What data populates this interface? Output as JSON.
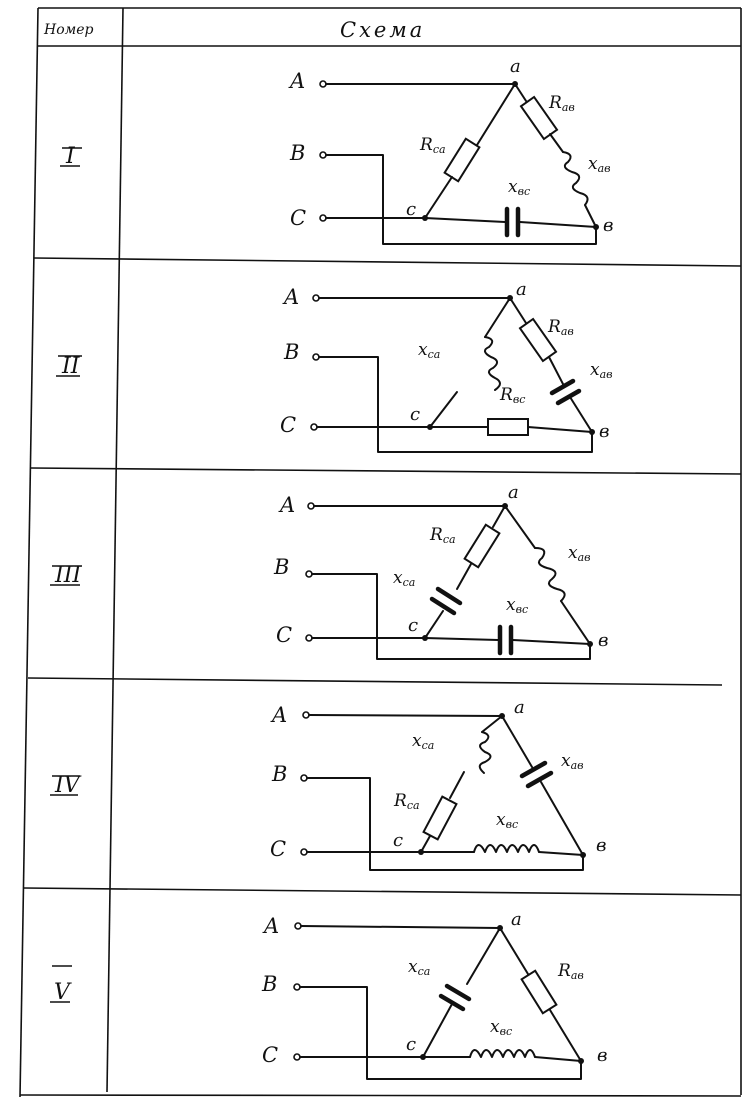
{
  "table": {
    "header_number": "Номер",
    "header_scheme": "Схема"
  },
  "rows": [
    {
      "numeral": "I",
      "terminals": [
        "A",
        "B",
        "C"
      ],
      "nodes": [
        "a",
        "c",
        "в"
      ],
      "labels": {
        "ab_r": {
          "main": "R",
          "sub": "aв"
        },
        "ab_x": {
          "main": "x",
          "sub": "aв"
        },
        "ca_r": {
          "main": "R",
          "sub": "ca"
        },
        "bc_x": {
          "main": "x",
          "sub": "вc"
        }
      }
    },
    {
      "numeral": "II",
      "terminals": [
        "A",
        "B",
        "C"
      ],
      "nodes": [
        "a",
        "c",
        "в"
      ],
      "labels": {
        "ab_r": {
          "main": "R",
          "sub": "aв"
        },
        "ab_x": {
          "main": "x",
          "sub": "aв"
        },
        "ca_x": {
          "main": "x",
          "sub": "ca"
        },
        "bc_r": {
          "main": "R",
          "sub": "вc"
        }
      }
    },
    {
      "numeral": "III",
      "terminals": [
        "A",
        "B",
        "C"
      ],
      "nodes": [
        "a",
        "c",
        "в"
      ],
      "labels": {
        "ca_r": {
          "main": "R",
          "sub": "ca"
        },
        "ca_x": {
          "main": "x",
          "sub": "ca"
        },
        "ab_x": {
          "main": "x",
          "sub": "aв"
        },
        "bc_x": {
          "main": "x",
          "sub": "вc"
        }
      }
    },
    {
      "numeral": "IV",
      "terminals": [
        "A",
        "B",
        "C"
      ],
      "nodes": [
        "a",
        "c",
        "в"
      ],
      "labels": {
        "ca_x": {
          "main": "x",
          "sub": "ca"
        },
        "ca_r": {
          "main": "R",
          "sub": "ca"
        },
        "ab_x": {
          "main": "x",
          "sub": "aв"
        },
        "bc_x": {
          "main": "x",
          "sub": "вc"
        }
      }
    },
    {
      "numeral": "V",
      "terminals": [
        "A",
        "B",
        "C"
      ],
      "nodes": [
        "a",
        "c",
        "в"
      ],
      "labels": {
        "ca_x": {
          "main": "x",
          "sub": "ca"
        },
        "ab_r": {
          "main": "R",
          "sub": "aв"
        },
        "bc_x": {
          "main": "x",
          "sub": "вc"
        }
      }
    }
  ]
}
